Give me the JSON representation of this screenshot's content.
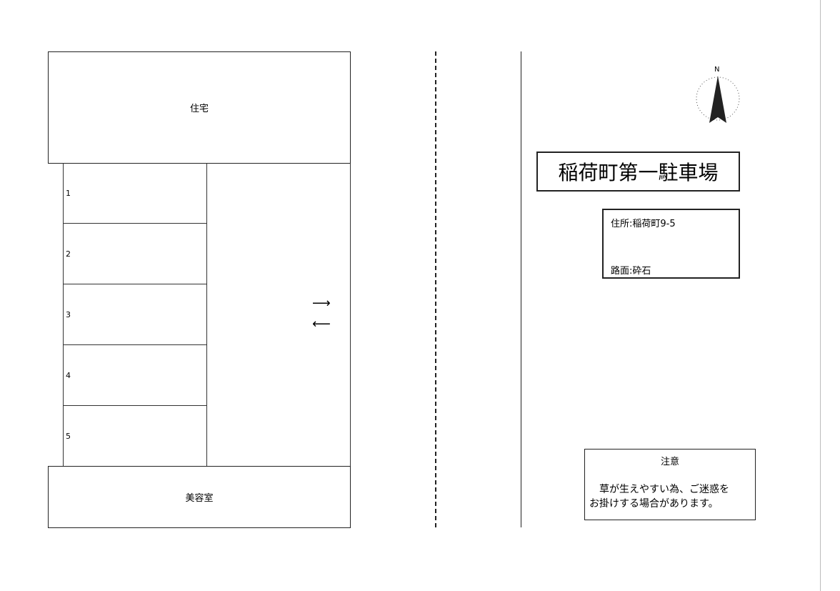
{
  "buildings": {
    "top": "住宅",
    "bottom": "美容室"
  },
  "slots": [
    "1",
    "2",
    "3",
    "4",
    "5"
  ],
  "arrows": {
    "right": "⟶",
    "left": "⟵"
  },
  "compass": {
    "label": "N"
  },
  "title": "稲荷町第一駐車場",
  "info": {
    "address": "住所:稲荷町9-5",
    "surface": "路面:砕石"
  },
  "notice": {
    "heading": "注意",
    "line1": "草が生えやすい為、ご迷惑を",
    "line2": "お掛けする場合があります。"
  }
}
